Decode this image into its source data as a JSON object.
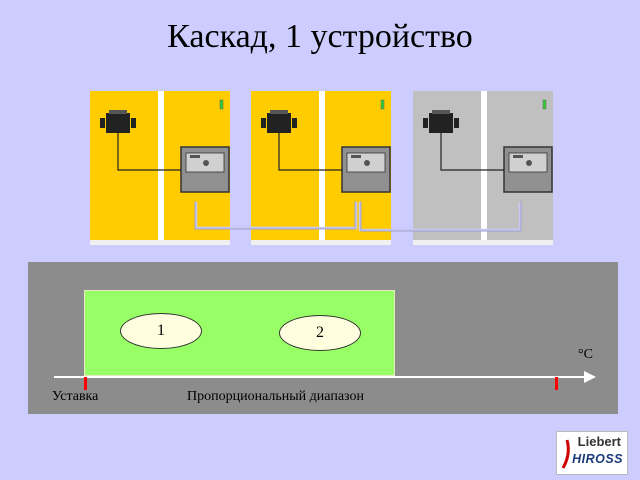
{
  "title": "Каскад, 1 устройство",
  "units": [
    {
      "id": "unit-1",
      "color": "#ffcc00",
      "state": "active"
    },
    {
      "id": "unit-2",
      "color": "#ffcc00",
      "state": "active"
    },
    {
      "id": "unit-3",
      "color": "#c0c0c0",
      "state": "standby"
    }
  ],
  "stages": [
    "1",
    "2"
  ],
  "axis": {
    "unit_label": "°C",
    "setpoint_label": "Уставка",
    "band_label": "Пропорциональный диапазон"
  },
  "logo": {
    "line1": "Liebert",
    "line2": "HIROSS"
  },
  "colors": {
    "background": "#ccccff",
    "active_unit": "#ffcc00",
    "standby_unit": "#c0c0c0",
    "band": "#99ff66",
    "panel": "#8c8c8c",
    "marker": "#ff0000"
  }
}
